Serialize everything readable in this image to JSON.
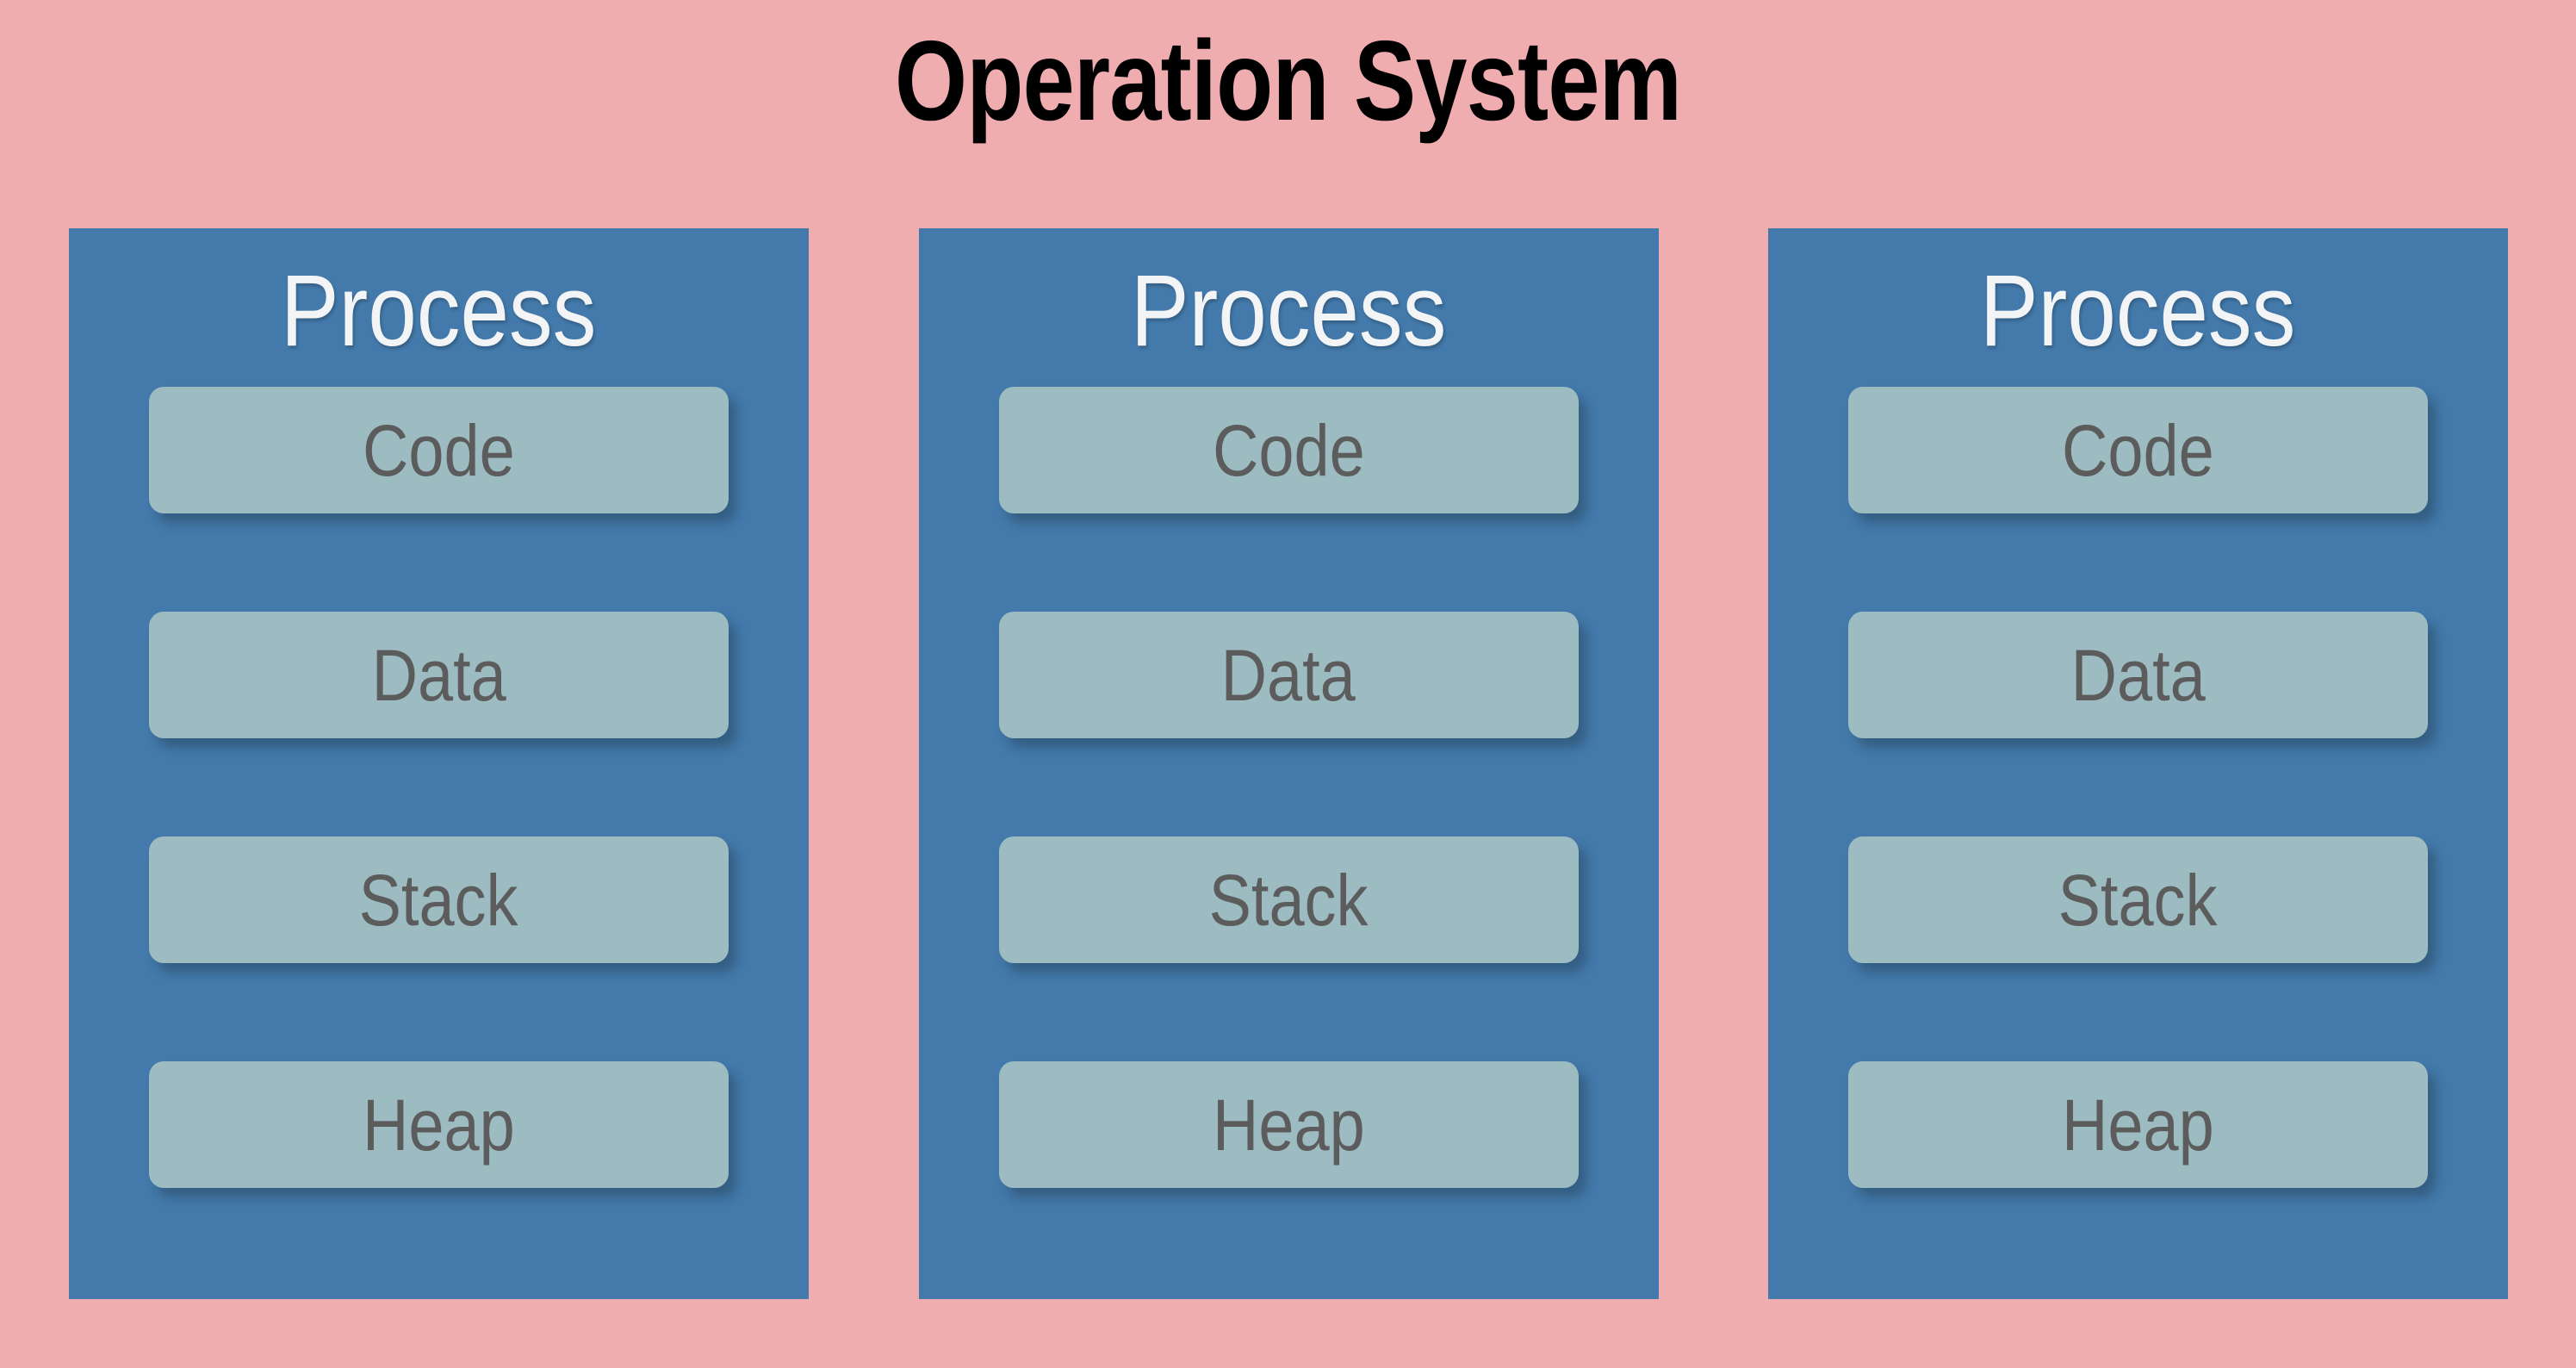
{
  "diagram": {
    "title": "Operation System",
    "background_color": "#f0adb0",
    "panel_color": "#437aab",
    "segment_color": "#9cbcc2",
    "title_color": "#000000",
    "panel_heading_color": "#f3f4f6",
    "segment_label_color": "#5c5c5c",
    "processes": [
      {
        "heading": "Process",
        "segments": [
          {
            "label": "Code"
          },
          {
            "label": "Data"
          },
          {
            "label": "Stack"
          },
          {
            "label": "Heap"
          }
        ]
      },
      {
        "heading": "Process",
        "segments": [
          {
            "label": "Code"
          },
          {
            "label": "Data"
          },
          {
            "label": "Stack"
          },
          {
            "label": "Heap"
          }
        ]
      },
      {
        "heading": "Process",
        "segments": [
          {
            "label": "Code"
          },
          {
            "label": "Data"
          },
          {
            "label": "Stack"
          },
          {
            "label": "Heap"
          }
        ]
      }
    ]
  }
}
